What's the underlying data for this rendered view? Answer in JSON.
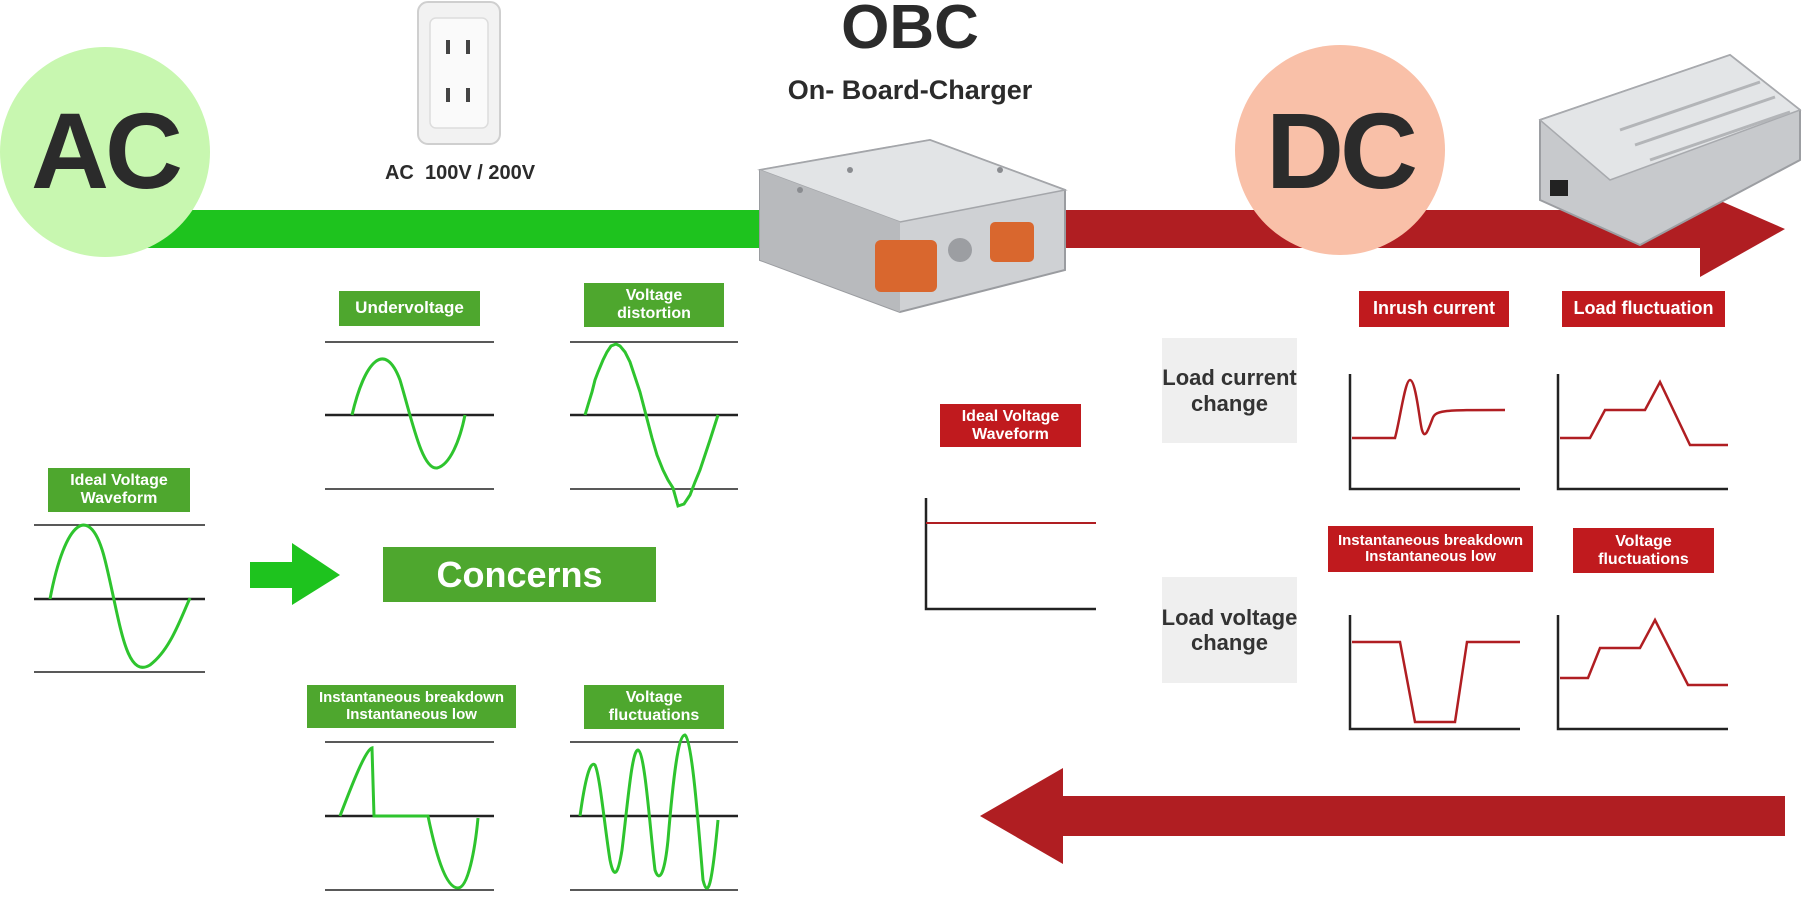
{
  "header": {
    "obc_title": "OBC",
    "obc_subtitle": "On- Board-Charger",
    "ac_label": "AC",
    "dc_label": "DC",
    "outlet_caption": "AC  100V / 200V"
  },
  "ac_side": {
    "ideal_label": "Ideal Voltage\nWaveform",
    "concerns_label": "Concerns",
    "undervoltage_label": "Undervoltage",
    "distortion_label": "Voltage\ndistortion",
    "breakdown_label": "Instantaneous breakdown\nInstantaneous low",
    "fluctuations_label": "Voltage\nfluctuations"
  },
  "dc_side": {
    "ideal_label": "Ideal Voltage\nWaveform",
    "load_current_change": "Load current\nchange",
    "load_voltage_change": "Load voltage\nchange",
    "inrush_label": "Inrush current",
    "load_fluct_label": "Load fluctuation",
    "breakdown_label": "Instantaneous breakdown\nInstantaneous low",
    "fluctuations_label": "Voltage\nfluctuations"
  },
  "colors": {
    "ac_green": "#1ec31e",
    "wave_green": "#2ec42e",
    "label_green": "#4ea72e",
    "dc_red": "#b01e22",
    "label_red": "#c01a1e",
    "ac_circle": "#c8f7b0",
    "dc_circle": "#f9c0a8"
  },
  "icons": [
    "power-outlet-icon",
    "obc-unit-icon",
    "battery-pack-icon",
    "right-arrow-icon",
    "left-arrow-icon"
  ]
}
